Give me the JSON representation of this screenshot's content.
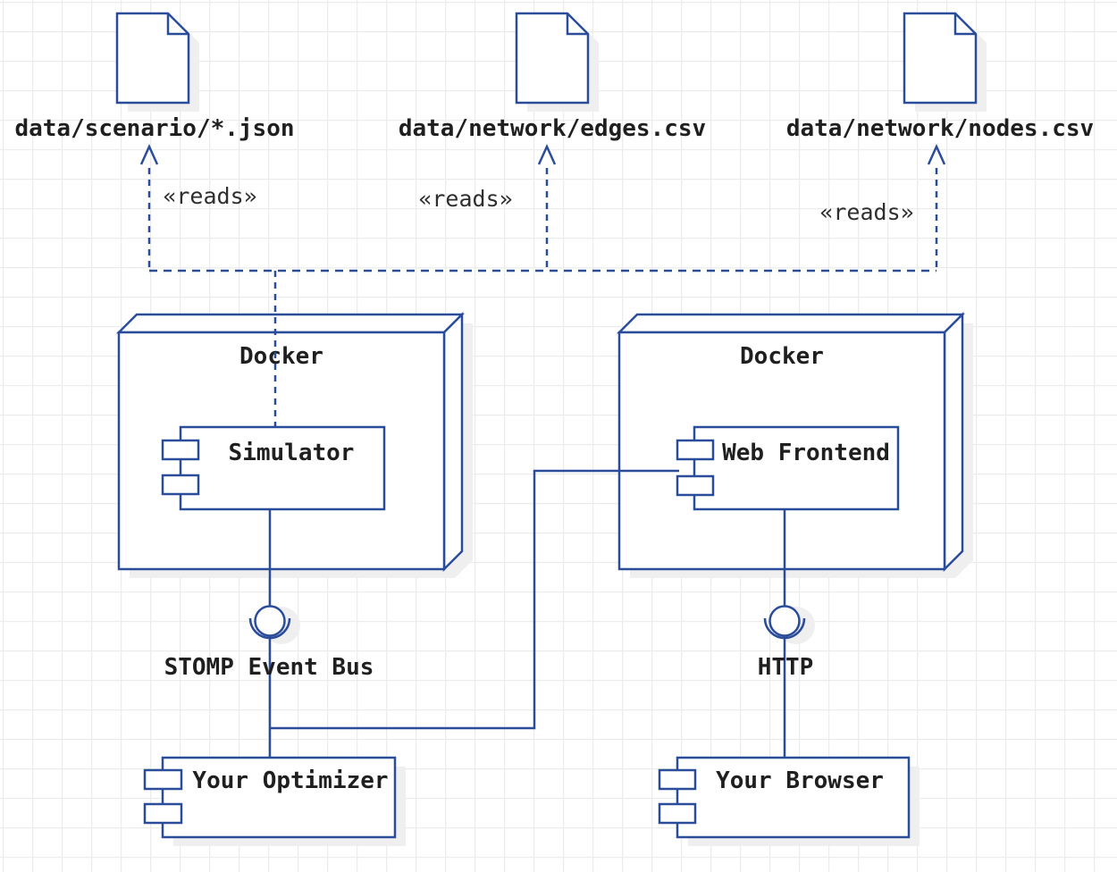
{
  "diagram": {
    "colors": {
      "stroke": "#2b4d99",
      "text": "#1f1f1f",
      "reads_text": "#2e2e2e",
      "grid": "#ececec",
      "shadow": "#efefef",
      "background": "#ffffff"
    },
    "files": [
      {
        "label": "data/scenario/*.json"
      },
      {
        "label": "data/network/edges.csv"
      },
      {
        "label": "data/network/nodes.csv"
      }
    ],
    "reads_label": "«reads»",
    "docker_nodes": [
      {
        "label": "Docker"
      },
      {
        "label": "Docker"
      }
    ],
    "components": [
      {
        "label": "Simulator"
      },
      {
        "label": "Web Frontend"
      },
      {
        "label": "Your Optimizer"
      },
      {
        "label": "Your Browser"
      }
    ],
    "interfaces": [
      {
        "label": "STOMP Event Bus"
      },
      {
        "label": "HTTP"
      }
    ]
  }
}
